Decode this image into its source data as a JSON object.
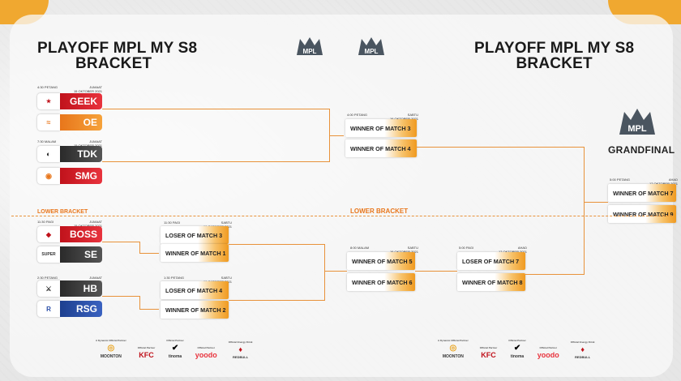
{
  "title": {
    "line1": "PLAYOFF MPL MY S8",
    "line2": "BRACKET"
  },
  "grand_final_label": "GRANDFINAL",
  "lower_bracket_label": "LOWER BRACKET",
  "upper": {
    "match1": {
      "time": "4:30 PETANG",
      "date": "JUMAAT\n15 OKTOBER 2021",
      "team_a": "GEEK",
      "team_b": "OE"
    },
    "match2": {
      "time": "7:30 MALAM",
      "date": "JUMAAT\n15 OKTOBER 2021",
      "team_a": "TDK",
      "team_b": "SMG"
    },
    "semis": {
      "time": "4:00 PETANG",
      "date": "SABTU\n16 OKTOBER 2021",
      "slot_a": "WINNER OF MATCH 3",
      "slot_b": "WINNER OF MATCH 4"
    }
  },
  "lower": {
    "match1": {
      "time": "11:30 PAGI",
      "date": "JUMAAT\n15 OKTOBER 2021",
      "team_a": "BOSS",
      "team_b": "SE"
    },
    "match2": {
      "time": "2:30 PETANG",
      "date": "JUMAAT\n15 OKTOBER 2021",
      "team_a": "HB",
      "team_b": "RSG"
    },
    "r2a": {
      "time": "11:30 PAGI",
      "date": "SABTU\n16 OKTOBER 2021",
      "slot_a": "LOSER OF MATCH 3",
      "slot_b": "WINNER OF MATCH 1"
    },
    "r2b": {
      "time": "1:30 PETANG",
      "date": "SABTU\n16 OKTOBER 2021",
      "slot_a": "LOSER OF MATCH 4",
      "slot_b": "WINNER OF MATCH 2"
    },
    "r3": {
      "time": "8:00 MALAM",
      "date": "SABTU\n16 OKTOBER 2021",
      "slot_a": "WINNER OF MATCH 5",
      "slot_b": "WINNER OF MATCH 6"
    },
    "final": {
      "time": "5:00 PAGI",
      "date": "AHAD\n17 OKTOBER 2021",
      "slot_a": "LOSER OF MATCH 7",
      "slot_b": "WINNER OF MATCH 8"
    }
  },
  "grand_final": {
    "time": "5:00 PETANG",
    "date": "AHAD\n17 OKTOBER 2021",
    "slot_a": "WINNER OF MATCH 7",
    "slot_b": "WINNER OF MATCH 9"
  },
  "sponsors": [
    {
      "name": "MOONTON",
      "caption": "A Dynamic Official Partner"
    },
    {
      "name": "KFC",
      "caption": "Official Partner"
    },
    {
      "name": "tinoma",
      "caption": "Official Partner"
    },
    {
      "name": "yoodo",
      "caption": "Official Partner"
    },
    {
      "name": "REDBULL",
      "caption": "Official Energy Drink"
    }
  ],
  "colors": {
    "accent": "#e8923a",
    "team_red": "#d41f28",
    "team_dark": "#333333"
  }
}
